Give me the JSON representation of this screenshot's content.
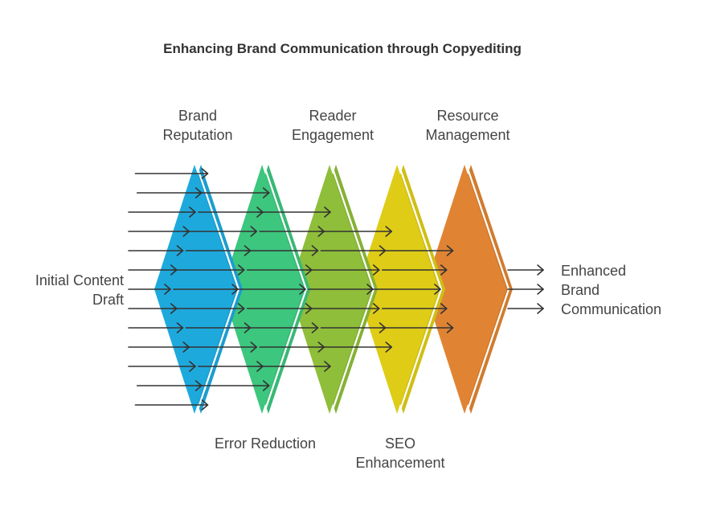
{
  "title": "Enhancing Brand Communication through Copyediting",
  "input_label": [
    "Initial Content",
    "Draft"
  ],
  "output_label": [
    "Enhanced",
    "Brand",
    "Communication"
  ],
  "stages": [
    {
      "name": "brand-reputation",
      "label": [
        "Brand",
        "Reputation"
      ],
      "position": "top",
      "color": "#1ea9dd",
      "arrows_in": 13
    },
    {
      "name": "error-reduction",
      "label": [
        "Error Reduction"
      ],
      "position": "bottom",
      "color": "#3dc67e",
      "arrows_in": 11
    },
    {
      "name": "reader-engagement",
      "label": [
        "Reader",
        "Engagement"
      ],
      "position": "top",
      "color": "#8fbe3a",
      "arrows_in": 9
    },
    {
      "name": "seo-enhancement",
      "label": [
        "SEO",
        "Enhancement"
      ],
      "position": "bottom",
      "color": "#dfcc17",
      "arrows_in": 7
    },
    {
      "name": "resource-management",
      "label": [
        "Resource",
        "Management"
      ],
      "position": "top",
      "color": "#e08433",
      "arrows_in": 5
    }
  ],
  "output_arrows": 3,
  "arrow_color": "#333333"
}
